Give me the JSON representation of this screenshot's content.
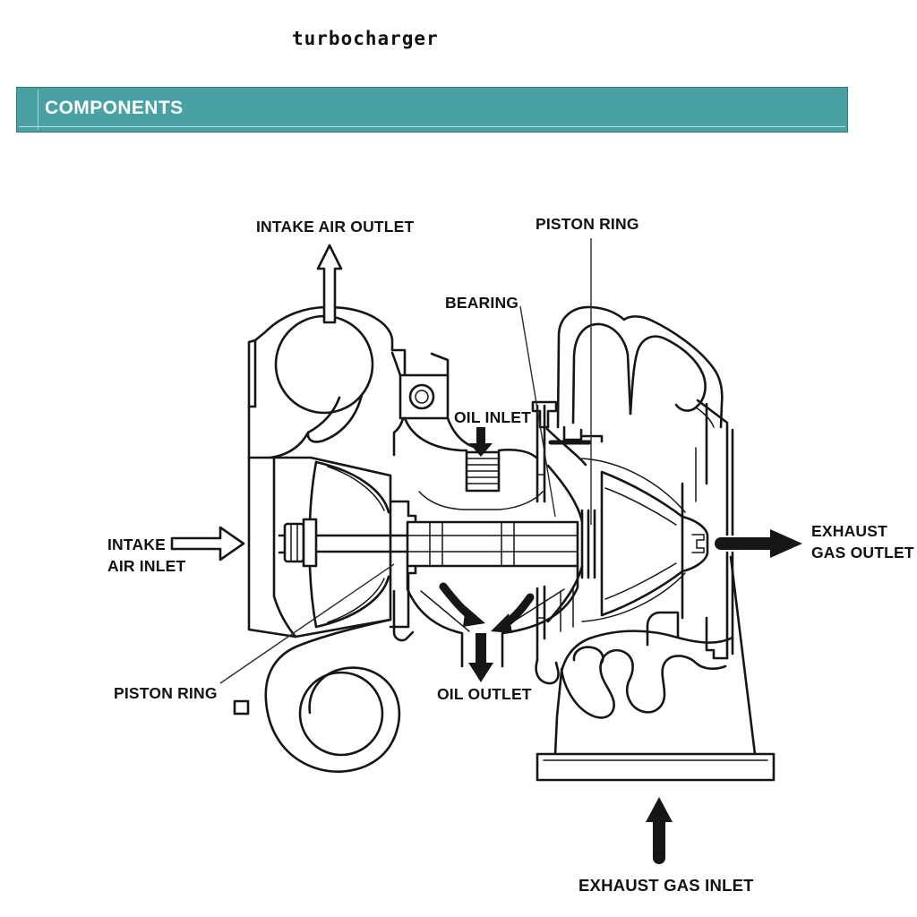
{
  "page": {
    "title": "turbocharger",
    "background": "#ffffff"
  },
  "section_header": {
    "label": "COMPONENTS",
    "bar_color": "#4AA1A4",
    "border_color": "#2E7F82",
    "text_color": "#ffffff"
  },
  "diagram": {
    "ink_color": "#161616",
    "labels": {
      "intake_air_outlet": "INTAKE AIR OUTLET",
      "piston_ring_top": "PISTON RING",
      "bearing": "BEARING",
      "oil_inlet": "OIL INLET",
      "intake_air_inlet_line1": "INTAKE",
      "intake_air_inlet_line2": "AIR INLET",
      "exhaust_gas_outlet_line1": "EXHAUST",
      "exhaust_gas_outlet_line2": "GAS OUTLET",
      "piston_ring_bottom": "PISTON RING",
      "oil_outlet": "OIL OUTLET",
      "exhaust_gas_inlet": "EXHAUST GAS INLET"
    }
  }
}
